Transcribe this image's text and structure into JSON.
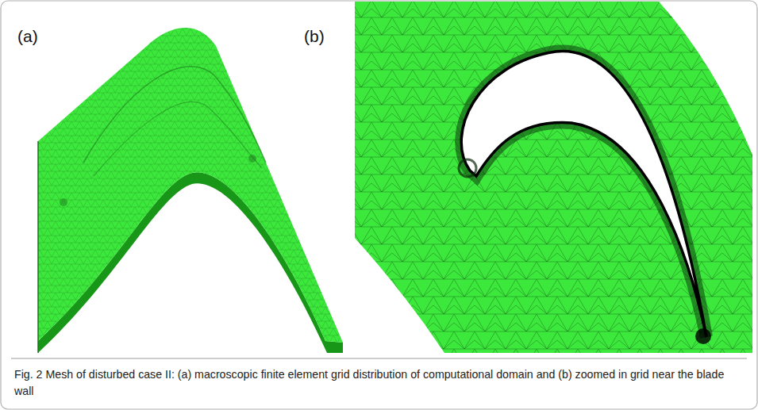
{
  "diagram": {
    "caption": "Fig. 2 Mesh of disturbed case II: (a) macroscopic finite element grid distribution of computational domain and (b) zoomed in grid near the blade wall",
    "labels": [
      "(a)",
      "(b)"
    ]
  }
}
